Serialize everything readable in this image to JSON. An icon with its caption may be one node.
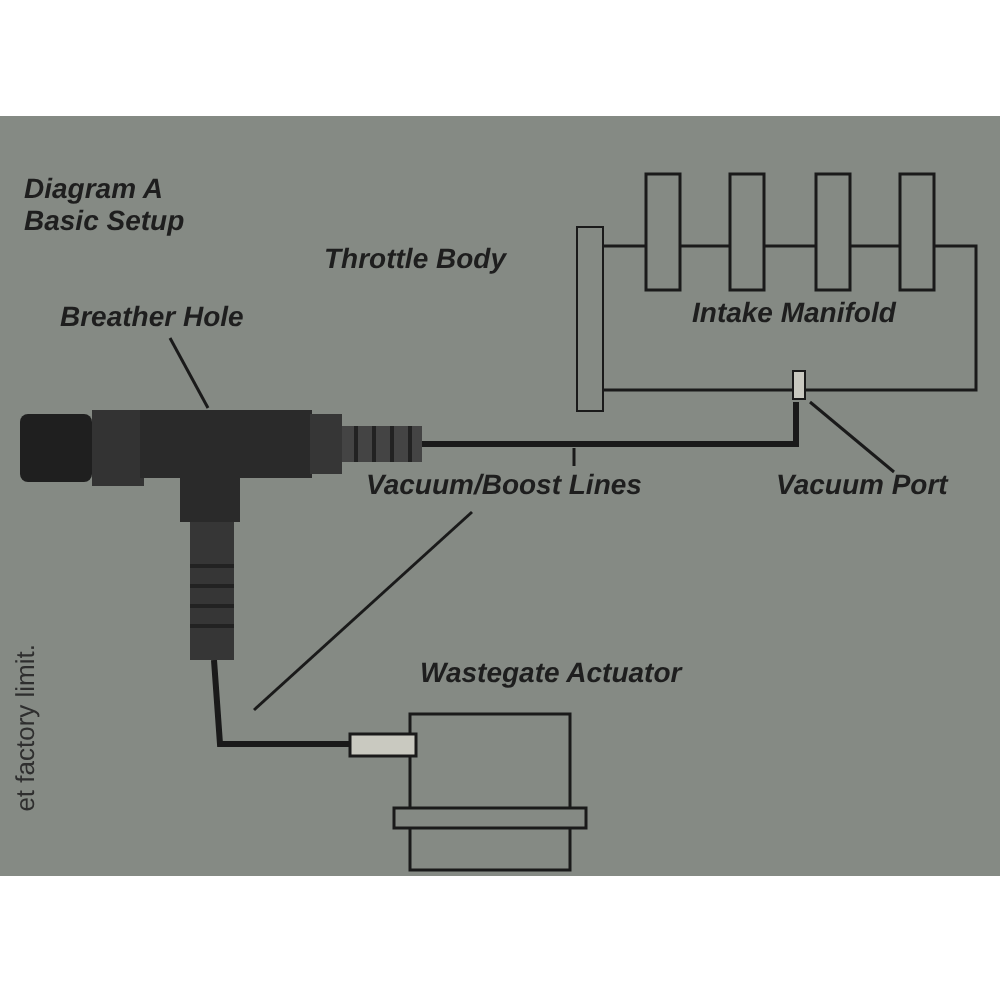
{
  "diagram": {
    "title": "Diagram A Basic Setup",
    "nodes": [
      {
        "text": [
          "Breather Hole"
        ]
      },
      {
        "text": [],
        "shape": "picture"
      },
      {
        "text": [
          "Vacuum/Boost Lines"
        ]
      },
      {
        "text": [
          "Throttle Body"
        ]
      },
      {
        "text": [
          "Intake Manifold"
        ]
      },
      {
        "text": [],
        "shape": "box",
        "in": 4
      },
      {
        "text": [
          "Vacuum Port"
        ]
      },
      {
        "text": [
          "Wastegate Actuator"
        ]
      }
    ],
    "edges": [
      {
        "from": 0,
        "to": 1,
        "arrow": "none"
      },
      {
        "from": 2,
        "to": null,
        "arrow": "none"
      },
      {
        "from": 2,
        "to": null,
        "arrow": "none"
      },
      {
        "from": 1,
        "to": 5,
        "arrow": "none",
        "style": "thick"
      },
      {
        "from": 1,
        "to": 7,
        "arrow": "none",
        "style": "thick"
      },
      {
        "from": 6,
        "to": 5,
        "arrow": "none"
      }
    ],
    "labels": [
      "et factory limit."
    ]
  }
}
